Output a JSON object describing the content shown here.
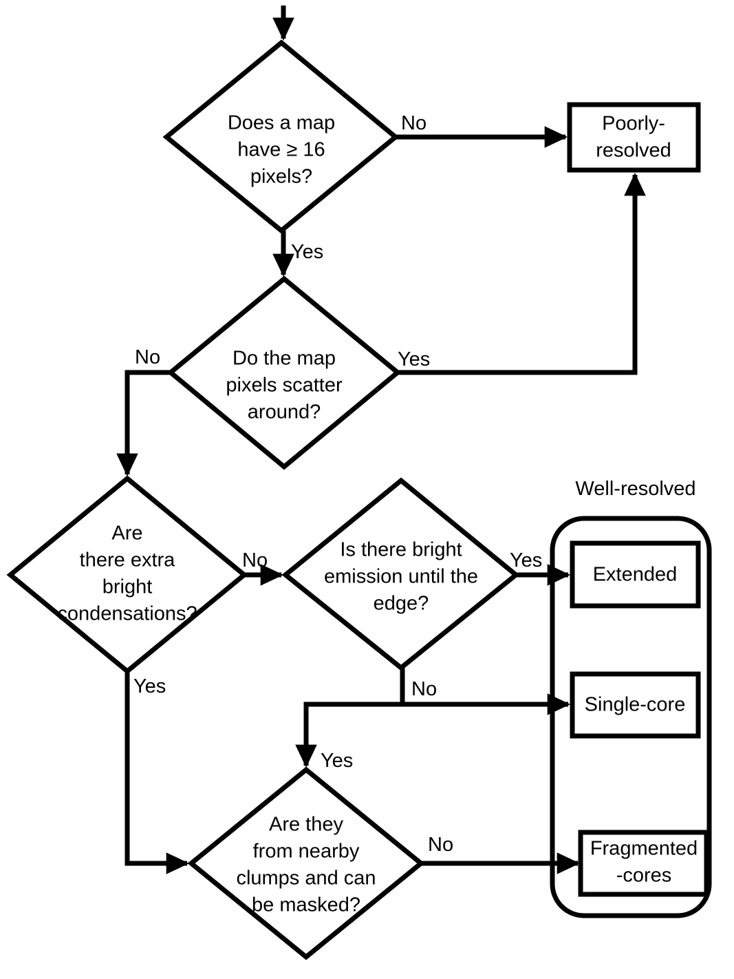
{
  "diagram": {
    "title": "Map classification decision flowchart",
    "type": "flowchart",
    "background": "#ffffff",
    "line_color": "#000000",
    "text_color": "#000000"
  },
  "nodes": {
    "d1": {
      "kind": "decision",
      "lines": [
        "Does a map",
        "have ≥ 16",
        "pixels?"
      ]
    },
    "d2": {
      "kind": "decision",
      "lines": [
        "Do the map",
        "pixels scatter",
        "around?"
      ]
    },
    "d3": {
      "kind": "decision",
      "lines": [
        "Are",
        "there extra",
        "bright",
        "condensations?"
      ]
    },
    "d4": {
      "kind": "decision",
      "lines": [
        "Is there bright",
        "emission until the",
        "edge?"
      ]
    },
    "d5": {
      "kind": "decision",
      "lines": [
        "Are they",
        "from nearby",
        "clumps and can",
        "be masked?"
      ]
    },
    "poorly": {
      "kind": "terminal",
      "lines": [
        "Poorly-",
        "resolved"
      ]
    },
    "extended": {
      "kind": "terminal",
      "lines": [
        "Extended"
      ]
    },
    "single": {
      "kind": "terminal",
      "lines": [
        "Single-core"
      ]
    },
    "fragmented": {
      "kind": "terminal",
      "lines": [
        "Fragmented",
        "-cores"
      ]
    }
  },
  "groups": {
    "well_resolved": {
      "label": "Well-resolved"
    }
  },
  "edge_labels": {
    "d1_no": "No",
    "d1_yes": "Yes",
    "d2_no": "No",
    "d2_yes": "Yes",
    "d3_no": "No",
    "d3_yes": "Yes",
    "d4_yes": "Yes",
    "d4_no": "No",
    "d5_yes": "Yes",
    "d5_no": "No"
  }
}
